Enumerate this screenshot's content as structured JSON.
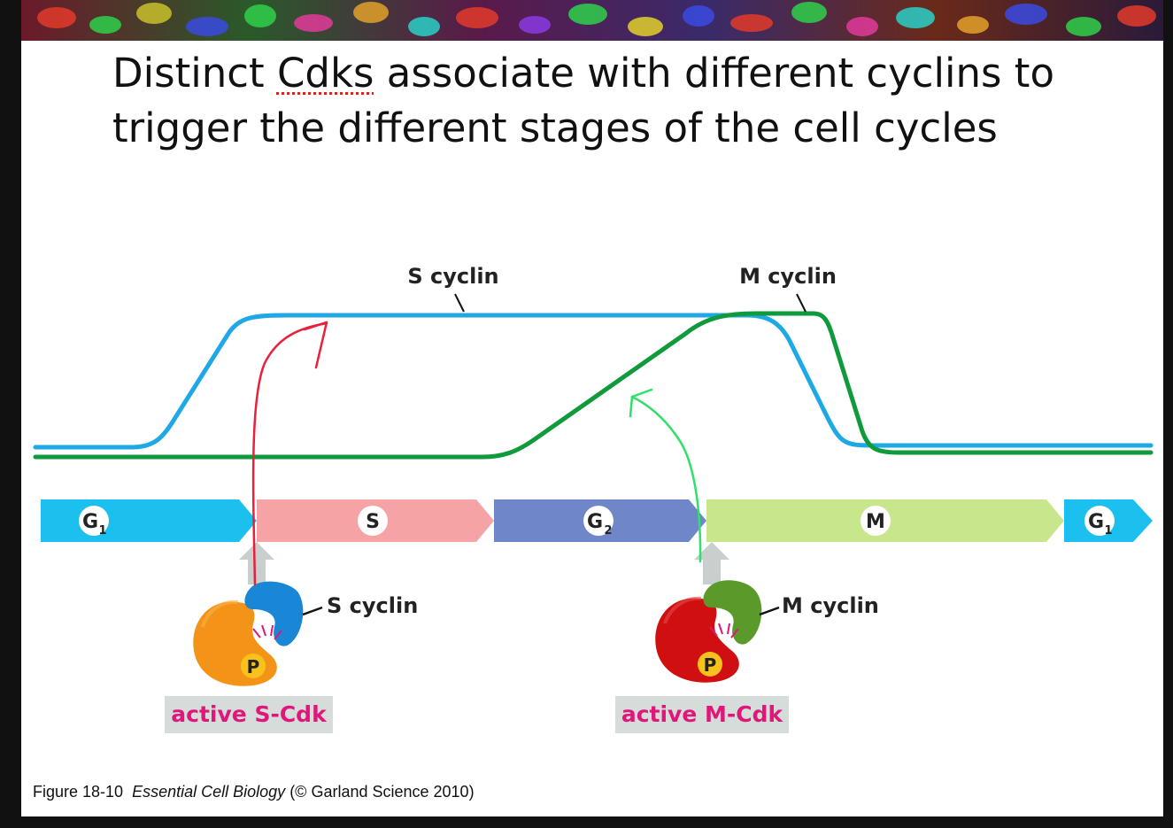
{
  "title": {
    "line1_before": "Distinct ",
    "line1_underlined": "Cdks",
    "line1_after": " associate with different cyclins to",
    "line2": "trigger the different stages of the cell cycles"
  },
  "curves": {
    "s_cyclin_label": "S cyclin",
    "m_cyclin_label": "M cyclin",
    "s_cyclin_color": "#1ea8e6",
    "m_cyclin_color": "#0f9a3c"
  },
  "phases": [
    {
      "name": "G",
      "sub": "1",
      "color": "#1cc0ee"
    },
    {
      "name": "S",
      "sub": "",
      "color": "#f6a3a6"
    },
    {
      "name": "G",
      "sub": "2",
      "color": "#6f87c9"
    },
    {
      "name": "M",
      "sub": "",
      "color": "#c8e68c"
    },
    {
      "name": "G",
      "sub": "1",
      "color": "#1cc0ee"
    }
  ],
  "complexes": {
    "s": {
      "cyclin_label": "S cyclin",
      "phospho": "P",
      "name": "active S-Cdk"
    },
    "m": {
      "cyclin_label": "M cyclin",
      "phospho": "P",
      "name": "active M-Cdk"
    }
  },
  "caption": {
    "figure": "Figure 18-10",
    "book": "Essential Cell Biology",
    "credit": "(© Garland Science 2010)"
  },
  "colors": {
    "label_magenta": "#e0177a",
    "annotation_red": "#e8203a",
    "annotation_green": "#2fe06a",
    "label_box": "#d6dcd9"
  }
}
